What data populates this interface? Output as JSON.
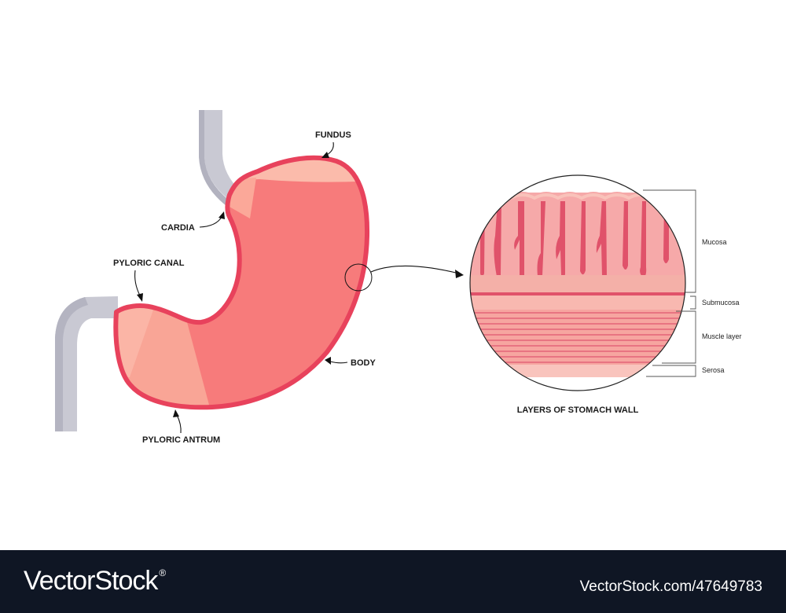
{
  "labels": {
    "fundus": "FUNDUS",
    "cardia": "CARDIA",
    "pyloric_canal": "PYLORIC CANAL",
    "body": "BODY",
    "pyloric_antrum": "PYLORIC ANTRUM"
  },
  "inset": {
    "title": "LAYERS OF STOMACH WALL",
    "layers": {
      "mucosa": "Mucosa",
      "submucosa": "Submucosa",
      "muscle": "Muscle layer",
      "serosa": "Serosa"
    }
  },
  "footer": {
    "brand": "VectorStock",
    "brand_mark": "®",
    "image_id": "VectorStock.com/47649783"
  },
  "colors": {
    "stomach_fill": "#F77B7B",
    "stomach_outline": "#E8425C",
    "antrum_light": "#F9A596",
    "fundus_light": "#FBBBAB",
    "esophagus": "#C9C9D3",
    "footer_bg": "#0F1624"
  }
}
